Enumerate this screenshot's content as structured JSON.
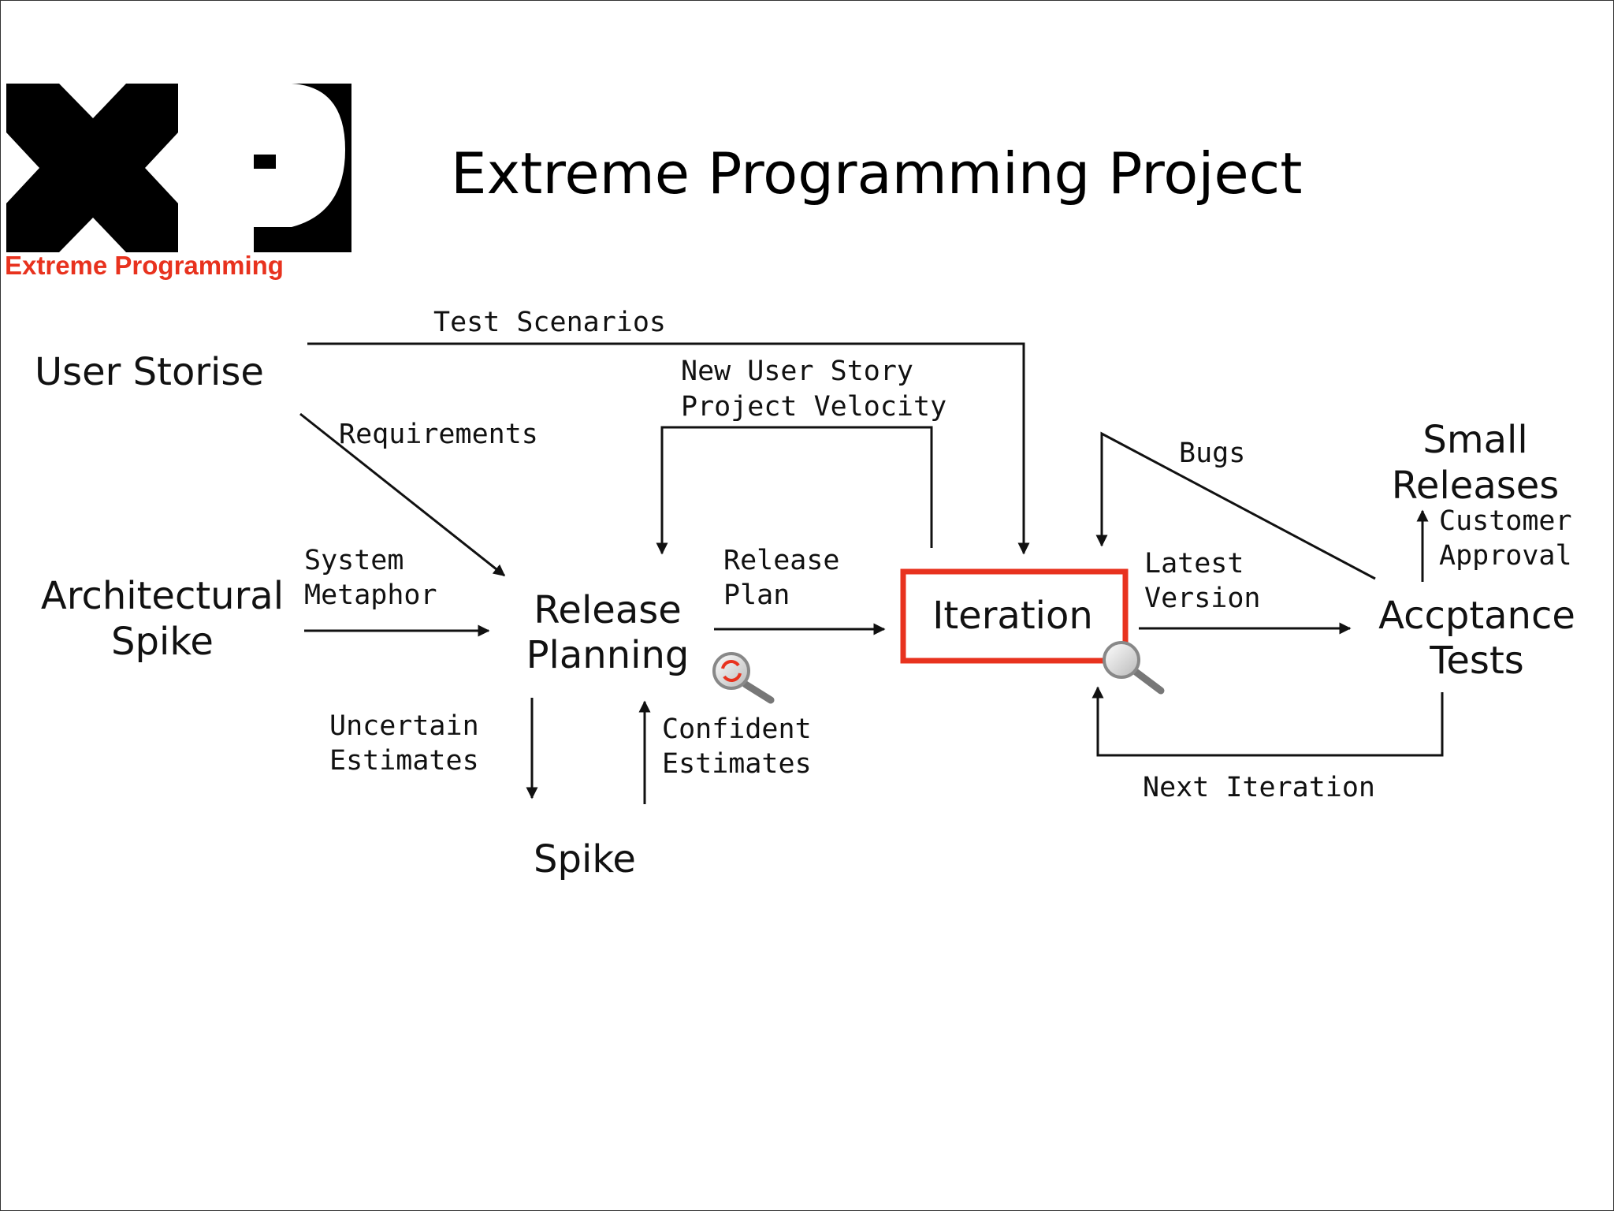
{
  "title": "Extreme Programming Project",
  "logo": {
    "letters": "XP",
    "caption": "Extreme Programming",
    "caption_color": "#e8321e"
  },
  "colors": {
    "line": "#111111",
    "highlight": "#e8321e"
  },
  "nodes": {
    "user_stories": "User Storise",
    "architectural_spike": [
      "Architectural",
      "Spike"
    ],
    "release_planning": [
      "Release",
      "Planning"
    ],
    "spike": "Spike",
    "iteration": "Iteration",
    "acceptance_tests": [
      "Accptance",
      "Tests"
    ],
    "small_releases": [
      "Small",
      "Releases"
    ]
  },
  "edges": {
    "test_scenarios": "Test Scenarios",
    "new_user_story": [
      "New User Story",
      "Project Velocity"
    ],
    "requirements": "Requirements",
    "system_metaphor": [
      "System",
      "Metaphor"
    ],
    "release_plan": [
      "Release",
      "Plan"
    ],
    "uncertain_estimates": [
      "Uncertain",
      "Estimates"
    ],
    "confident_estimates": [
      "Confident",
      "Estimates"
    ],
    "latest_version": [
      "Latest",
      "Version"
    ],
    "bugs": "Bugs",
    "customer_approval": [
      "Customer",
      "Approval"
    ],
    "next_iteration": "Next Iteration"
  },
  "icons": [
    "magnifier-refresh-icon",
    "magnifier-icon"
  ]
}
